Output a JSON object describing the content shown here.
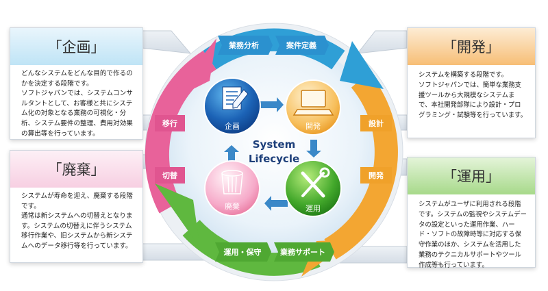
{
  "center": {
    "line1": "System",
    "line2": "Lifecycle"
  },
  "circles": {
    "kikaku": "企画",
    "kaihatsu": "開発",
    "unyo": "運用",
    "haiki": "廃棄"
  },
  "ring_labels": {
    "gyomu_bunseki": "業務分析",
    "anken_teigi": "案件定義",
    "sekkei": "設計",
    "kaihatsu": "開発",
    "gyomu_support": "業務サポート",
    "unyo_hoshu": "運用・保守",
    "kirikae": "切替",
    "ikou": "移行"
  },
  "panels": {
    "kikaku": {
      "title": "「企画」",
      "body": "どんなシステムをどんな目的で作るのかを決定する段階です。\nソフトジャパンでは、システムコンサルタントとして、お客様と共にシステム化の対象となる業務の可視化・分析、システム要件の整理、費用対効果の算出等を行っています。"
    },
    "haiki": {
      "title": "「廃棄」",
      "body": "システムが寿命を迎え、廃棄する段階です。\n通常は新システムへの切替えとなります。システムの切替えに伴うシステム移行作業や、旧システムから新システムへのデータ移行等を行っています。"
    },
    "kaihatsu": {
      "title": "「開発」",
      "body": "システムを構築する段階です。\nソフトジャパンでは、簡単な業務支援ツールから大規模なシステムまで、本社開発部隊により設計・プログラミング・試験等を行っています。"
    },
    "unyo": {
      "title": "「運用」",
      "body": "システムがユーザに利用される段階です。システムの監視やシステムデータの設定といった運用作業、ハード・ソフトの故障時等に対応する保守作業のほか、システムを活用した業務のテクニカルサポートやツール作成等も行っています。"
    }
  },
  "colors": {
    "blue": "#2f9fd6",
    "orange": "#f3a632",
    "green": "#5fb83f",
    "pink": "#e8629a",
    "navy": "#1d3f7a"
  }
}
